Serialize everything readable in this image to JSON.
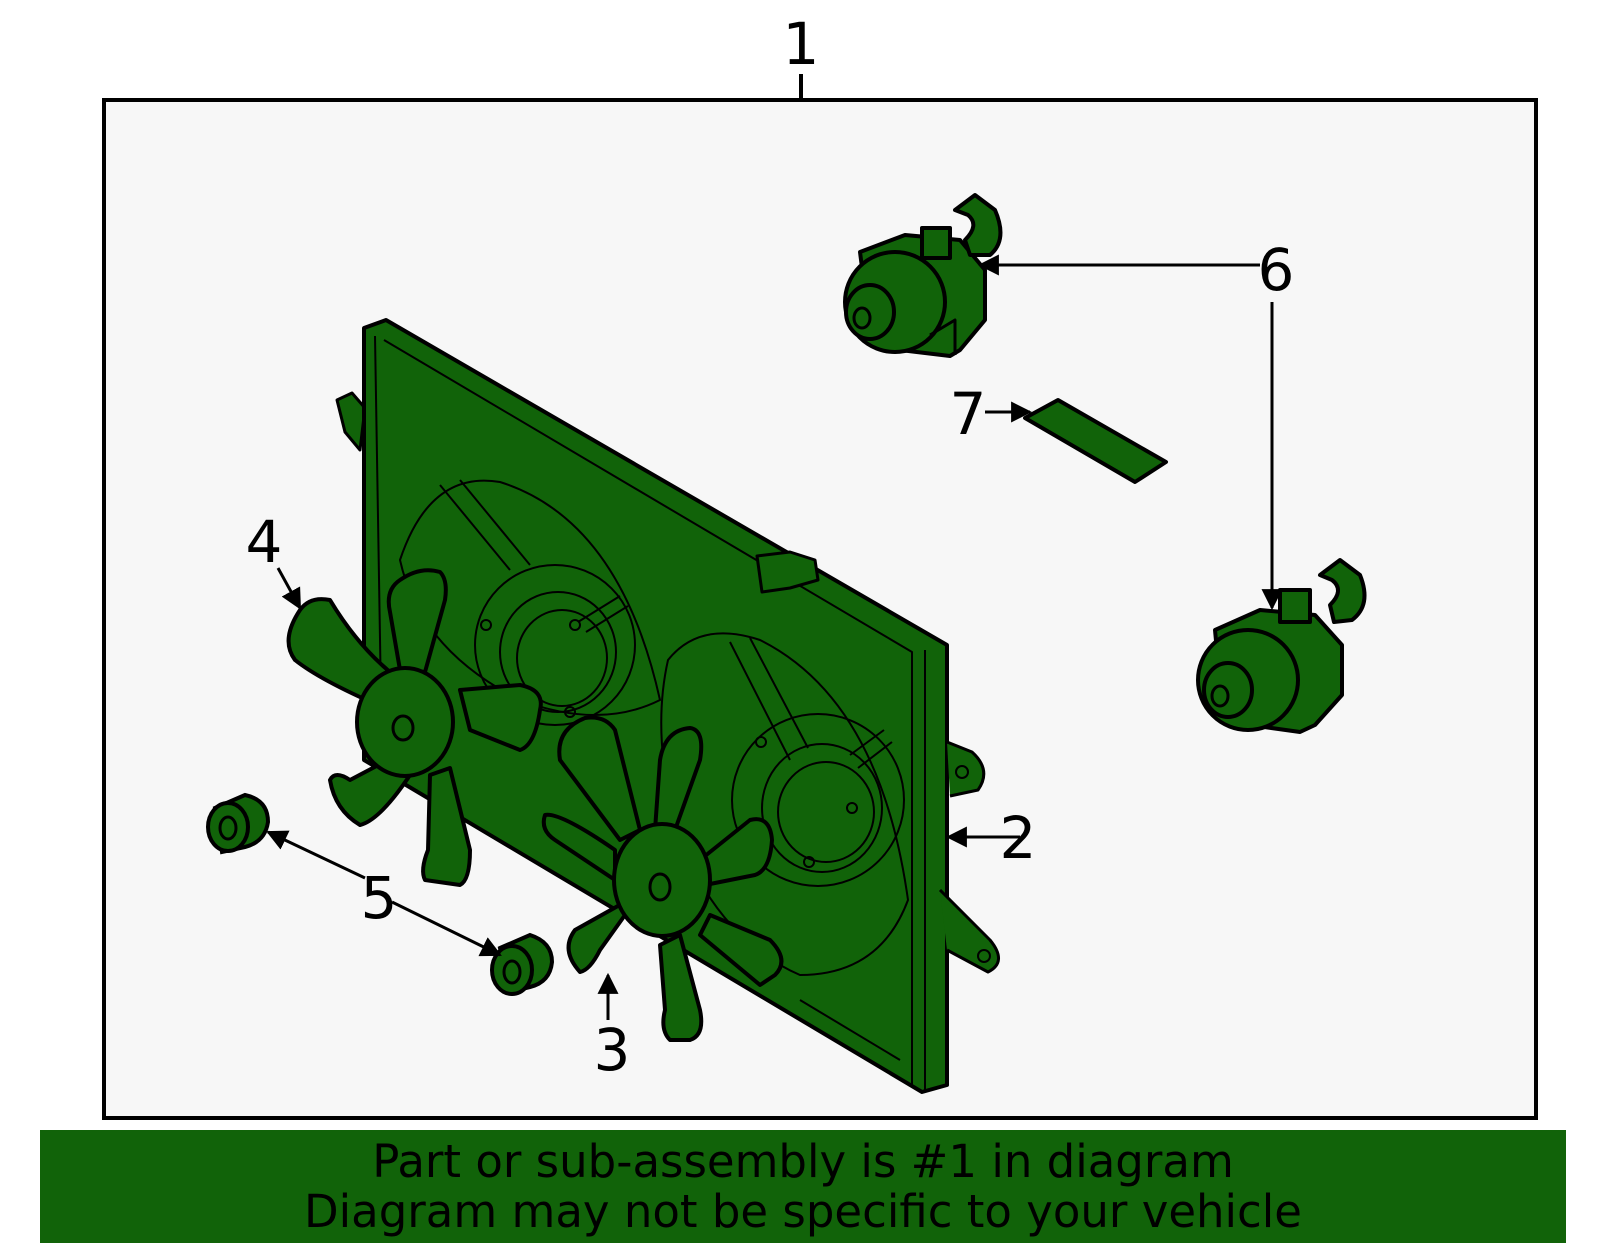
{
  "callouts": {
    "c1": "1",
    "c2": "2",
    "c3": "3",
    "c4": "4",
    "c5": "5",
    "c6": "6",
    "c7": "7"
  },
  "footer": {
    "line1": "Part or sub-assembly is #1 in diagram",
    "line2": "Diagram may not be specific to your vehicle"
  },
  "colors": {
    "part_fill": "#116309",
    "diagram_background": "#f7f7f7",
    "footer_band": "#116309",
    "line": "#000000"
  }
}
